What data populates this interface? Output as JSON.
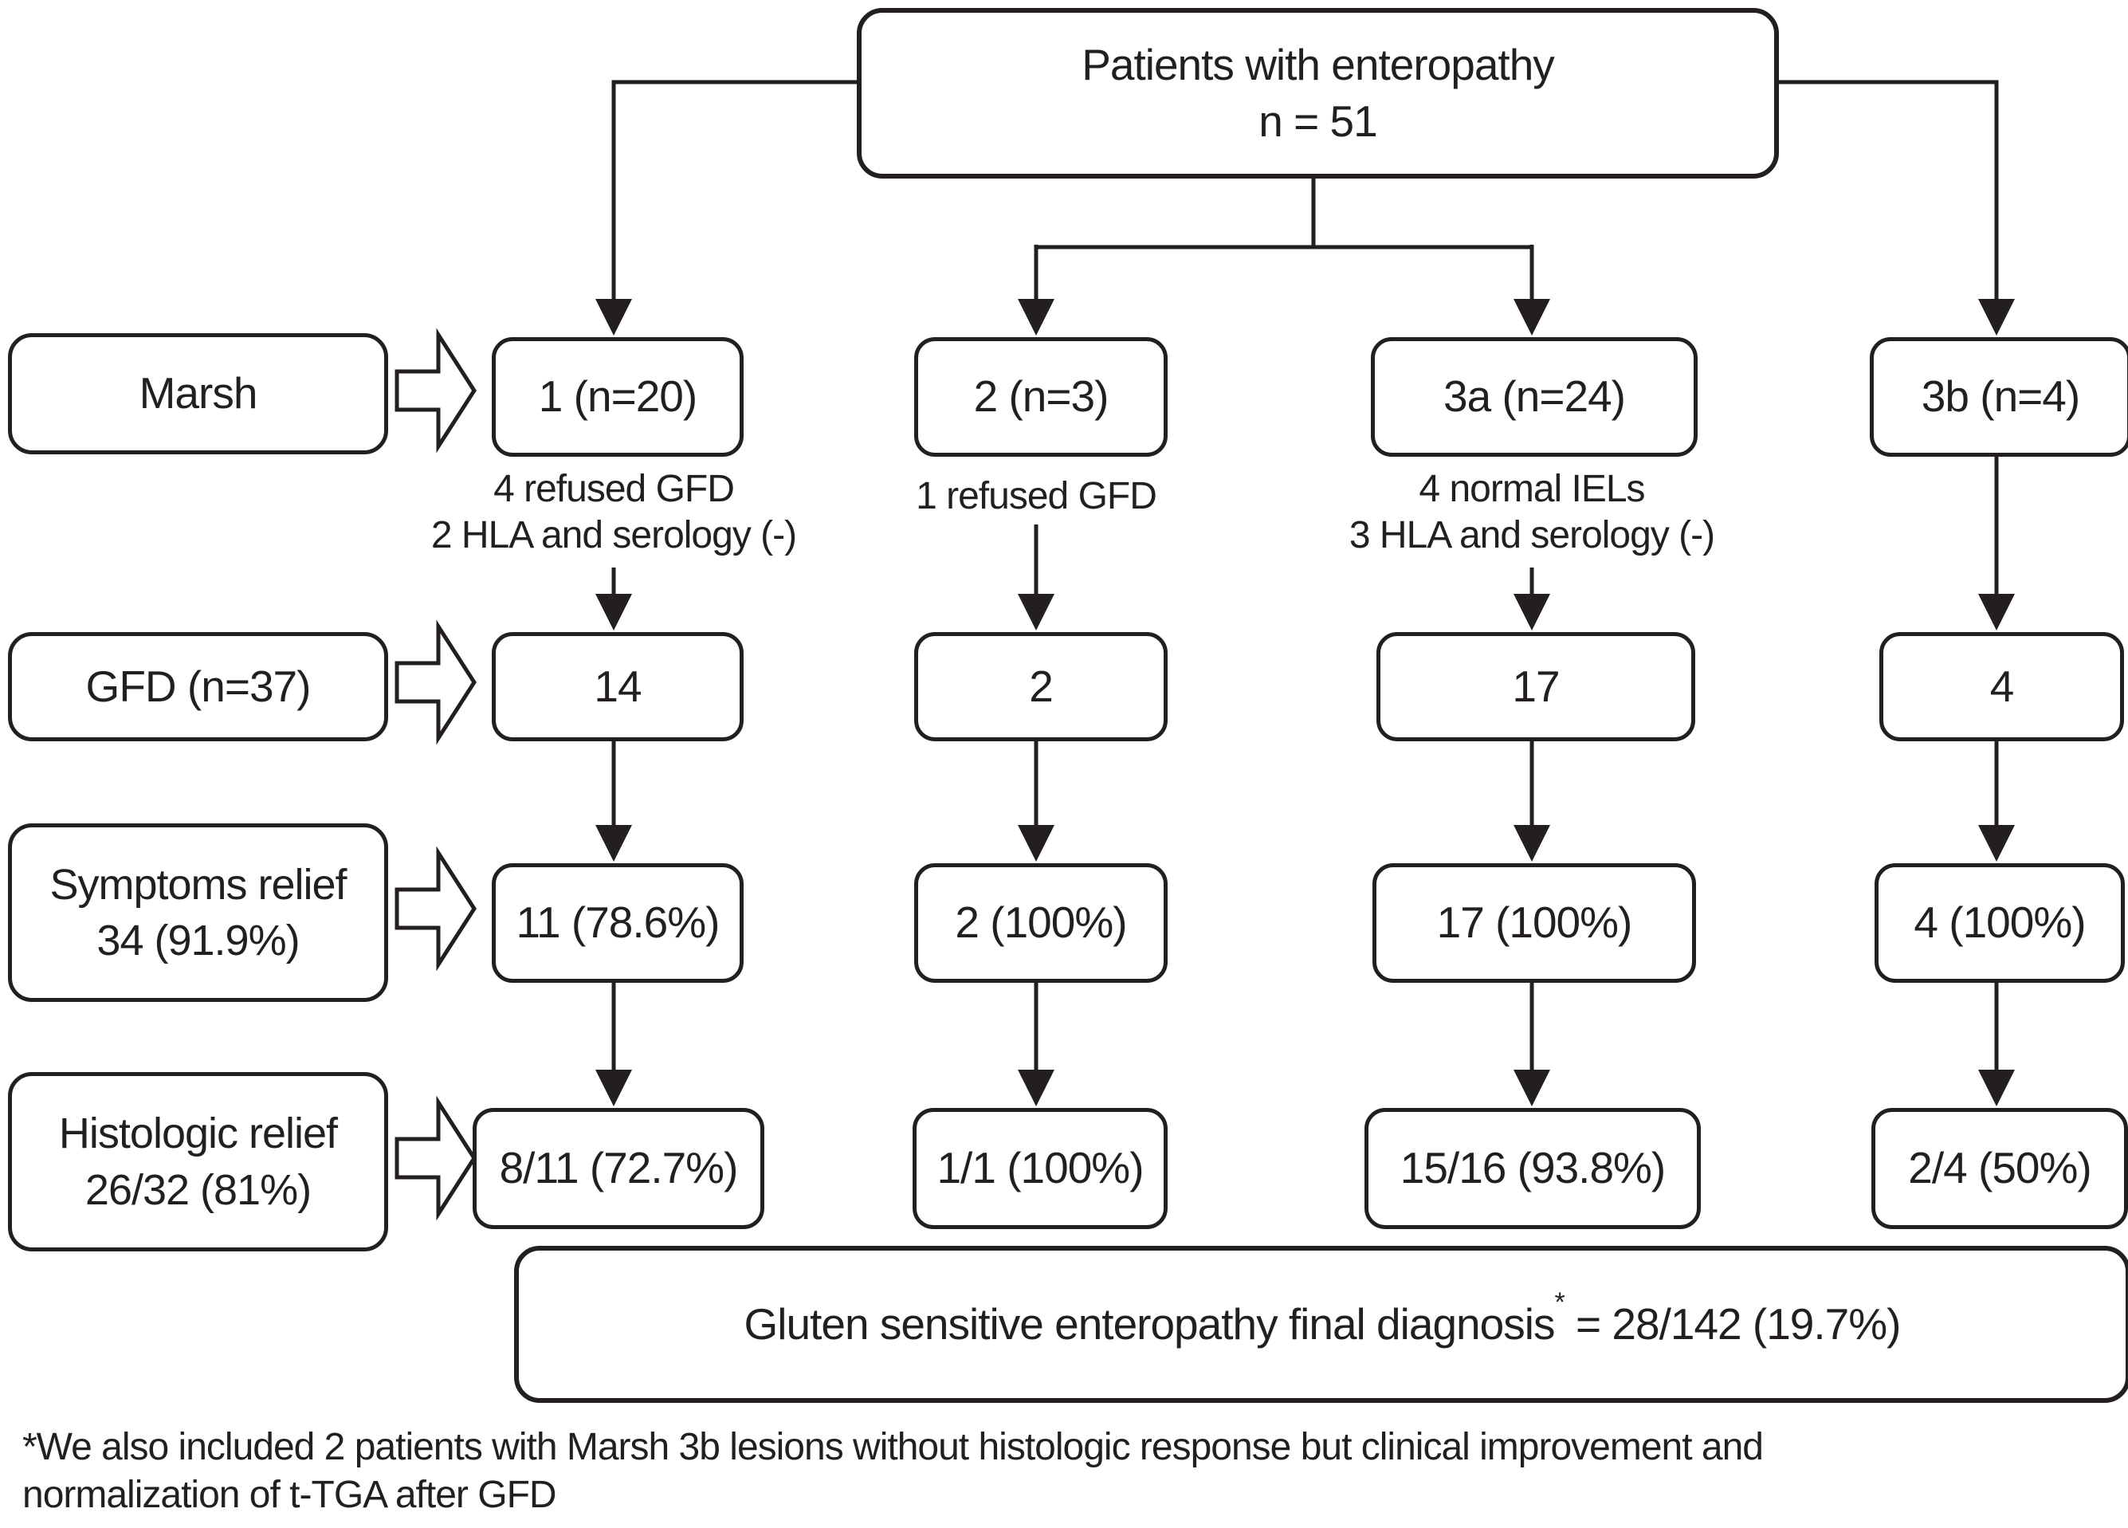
{
  "figure": {
    "root_box": {
      "line1": "Patients with enteropathy",
      "line2": "n = 51"
    },
    "row_labels": {
      "marsh": {
        "line1": "Marsh"
      },
      "gfd": {
        "line1": "GFD (n=37)"
      },
      "symptoms": {
        "line1": "Symptoms relief",
        "line2": "34 (91.9%)"
      },
      "histologic": {
        "line1": "Histologic relief",
        "line2": "26/32 (81%)"
      }
    },
    "columns": [
      {
        "marsh": "1 (n=20)",
        "note_line1": "4 refused GFD",
        "note_line2": "2 HLA and serology (-)",
        "gfd": "14",
        "symptoms": "11 (78.6%)",
        "histologic": "8/11 (72.7%)"
      },
      {
        "marsh": "2 (n=3)",
        "note_line1": "1 refused GFD",
        "gfd": "2",
        "symptoms": "2 (100%)",
        "histologic": "1/1 (100%)"
      },
      {
        "marsh": "3a (n=24)",
        "note_line1": "4 normal IELs",
        "note_line2": "3 HLA and serology (-)",
        "gfd": "17",
        "symptoms": "17 (100%)",
        "histologic": "15/16 (93.8%)"
      },
      {
        "marsh": "3b (n=4)",
        "gfd": "4",
        "symptoms": "4 (100%)",
        "histologic": "2/4 (50%)"
      }
    ],
    "final_box": {
      "text_before_sup": "Gluten sensitive enteropathy final diagnosis",
      "sup": "*",
      "text_after_sup": " = 28/142 (19.7%)"
    },
    "footnote": {
      "line1": "*We also included 2 patients with Marsh 3b lesions without histologic response but clinical improvement and",
      "line2": "normalization of t-TGA after GFD"
    },
    "colors": {
      "ink": "#231f20",
      "background": "#ffffff"
    }
  }
}
